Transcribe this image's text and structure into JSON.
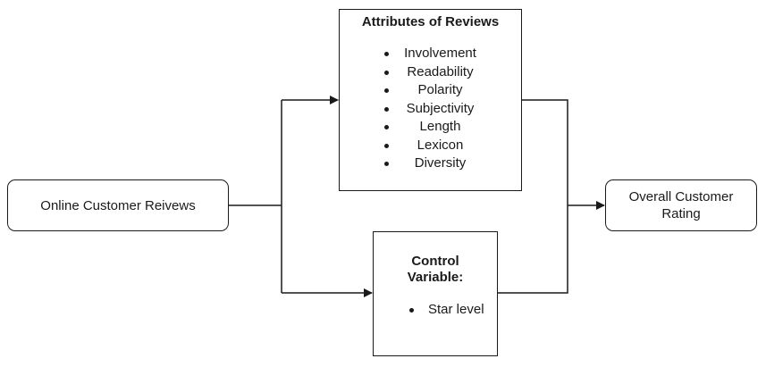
{
  "online_reviews": {
    "label": "Online Customer Reivews"
  },
  "attributes": {
    "title": "Attributes of Reviews",
    "items": [
      "Involvement",
      "Readability",
      "Polarity",
      "Subjectivity",
      "Length",
      "Lexicon",
      "Diversity"
    ]
  },
  "control": {
    "title_line1": "Control",
    "title_line2": "Variable:",
    "items": [
      "Star level"
    ]
  },
  "overall_rating": {
    "label": "Overall Customer Rating"
  },
  "colors": {
    "stroke": "#1a1a1a",
    "background": "#ffffff"
  }
}
